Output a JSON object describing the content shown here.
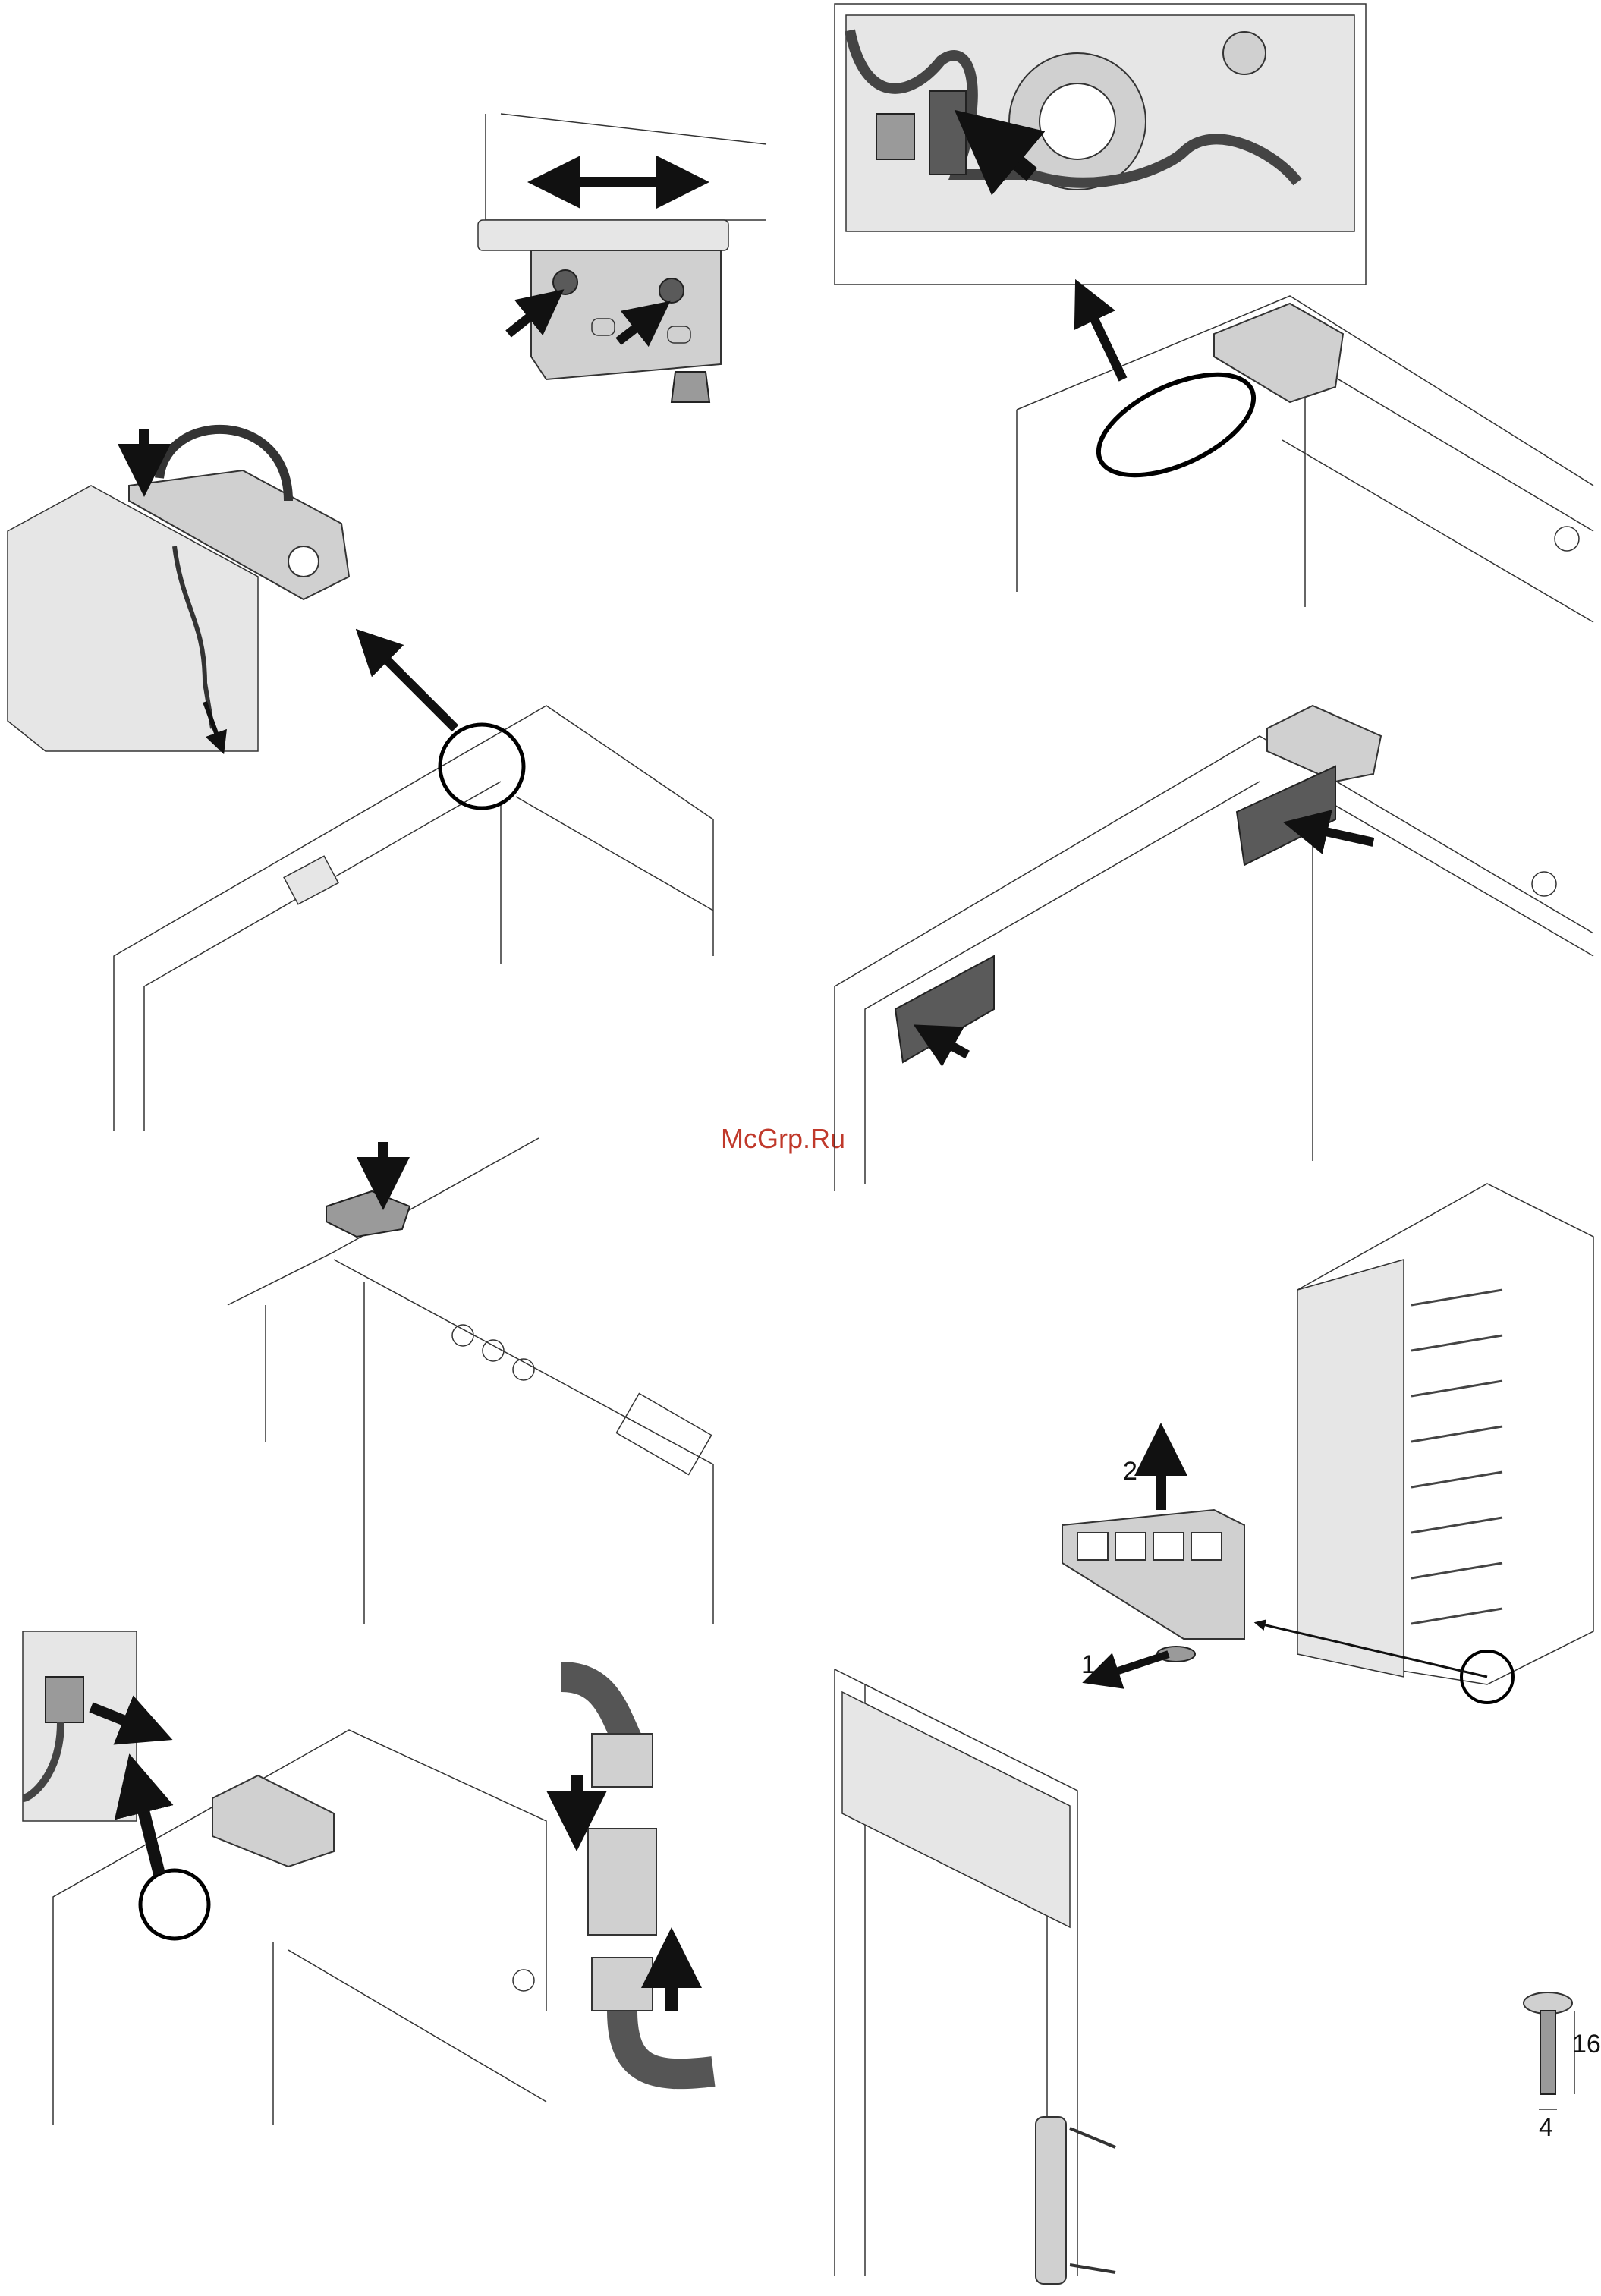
{
  "watermark": "McGrp.Ru",
  "step_labels": {
    "step1": "1",
    "step2": "2"
  },
  "screw_dims": {
    "length": "16",
    "diameter": "4"
  },
  "icons": [
    "arrow-icon",
    "double-arrow-icon",
    "screw-icon"
  ]
}
